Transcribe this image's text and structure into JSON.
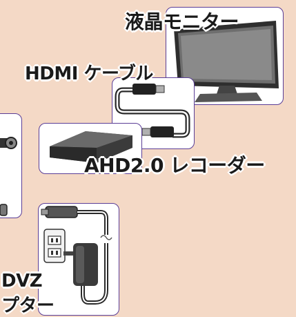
{
  "labels": {
    "monitor": "液晶モニター",
    "hdmi_cable": "HDMI ケーブル",
    "recorder": "AHD2.0 レコーダー",
    "power_top": "DVZ",
    "power_bottom": "プター"
  },
  "colors": {
    "background": "#f4d9c6",
    "card_border": "#5a3d96",
    "device_dark": "#3b3b3b"
  }
}
